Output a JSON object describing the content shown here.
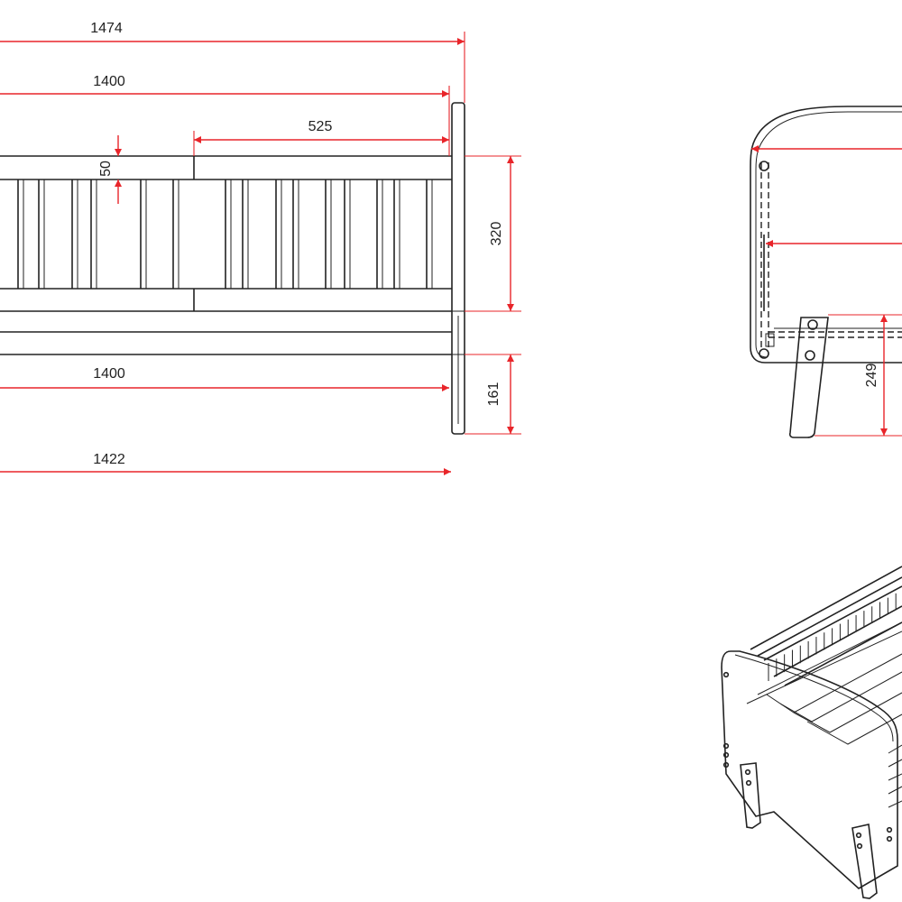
{
  "side_view": {
    "dimensions": {
      "overall_length": "1474",
      "inner_length_top": "1400",
      "guard_rail_length": "525",
      "rail_gap": "50",
      "side_height": "320",
      "inner_length_bottom": "1400",
      "base_height": "161",
      "frame_length": "1422"
    }
  },
  "end_view": {
    "dimensions": {
      "leg_height": "249"
    }
  },
  "colors": {
    "dimension_lines": "#e8252a",
    "outline": "#222222",
    "background": "#ffffff"
  }
}
